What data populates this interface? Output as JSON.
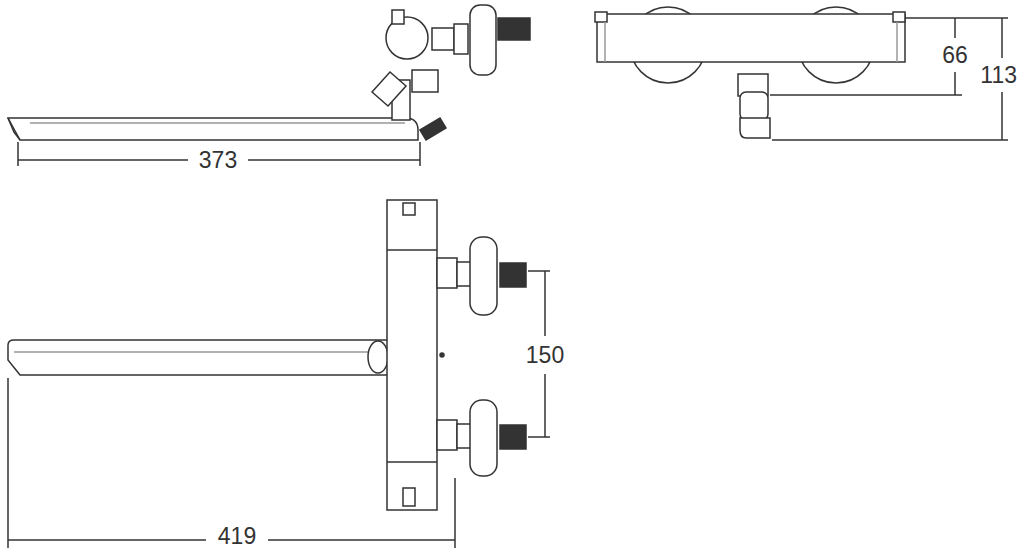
{
  "diagram": {
    "labels": [
      "373",
      "66",
      "113",
      "150",
      "419"
    ]
  }
}
